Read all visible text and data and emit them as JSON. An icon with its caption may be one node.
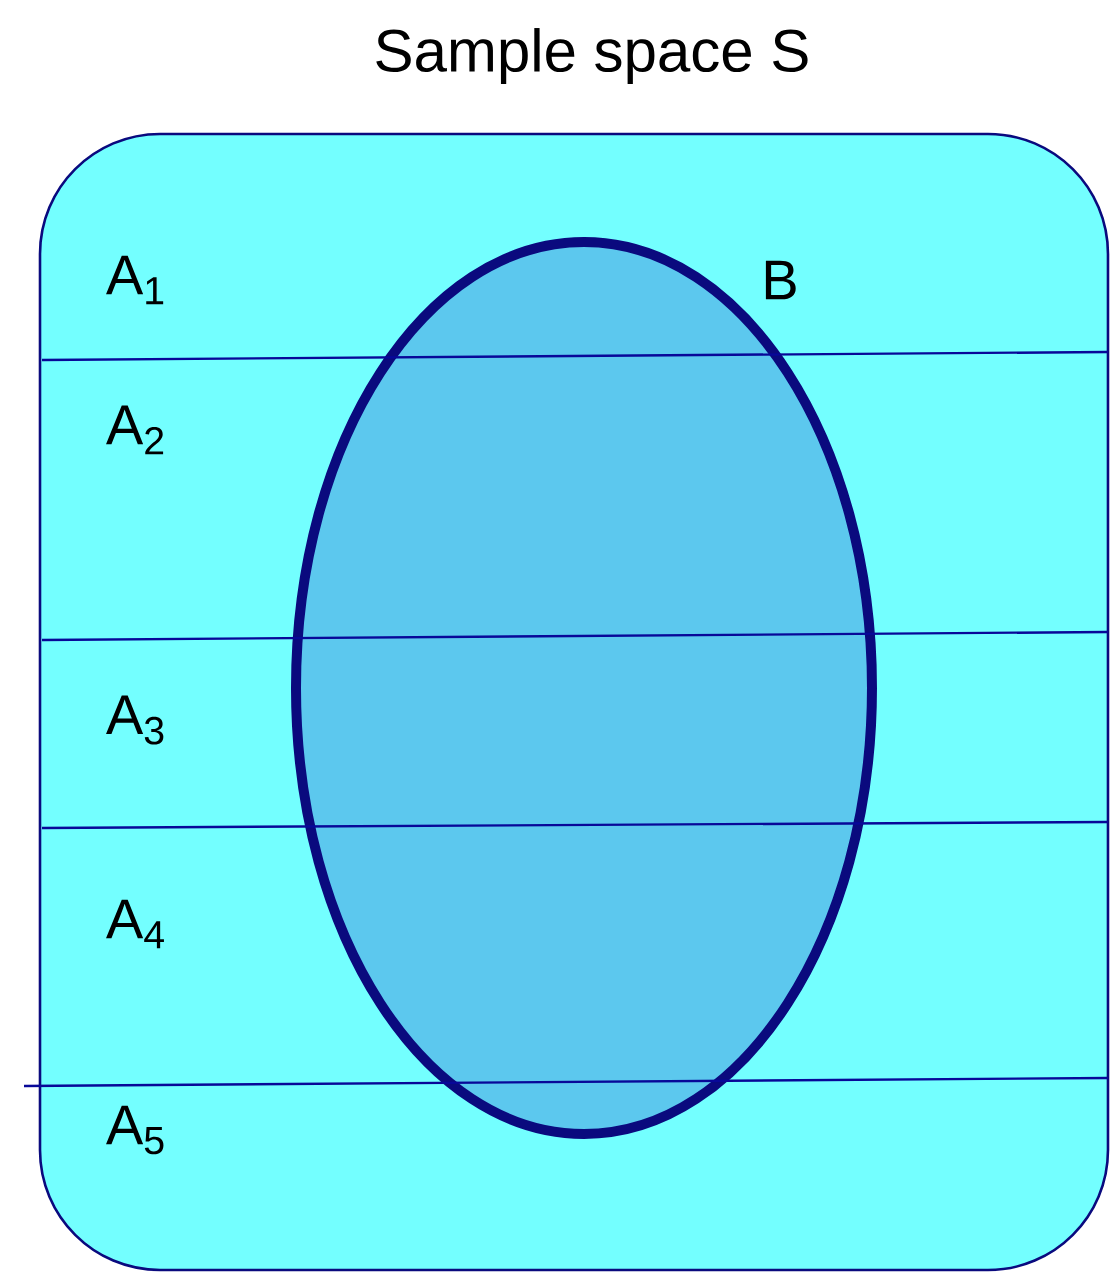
{
  "diagram": {
    "nodes": [
      {
        "text": [
          "Sample space S"
        ]
      },
      {
        "text": [
          "B"
        ],
        "in": 0
      }
    ],
    "labels": [
      "A$_{1}$",
      "A$_{2}$",
      "A$_{3}$",
      "A$_{4}$",
      "A$_{5}$"
    ]
  }
}
